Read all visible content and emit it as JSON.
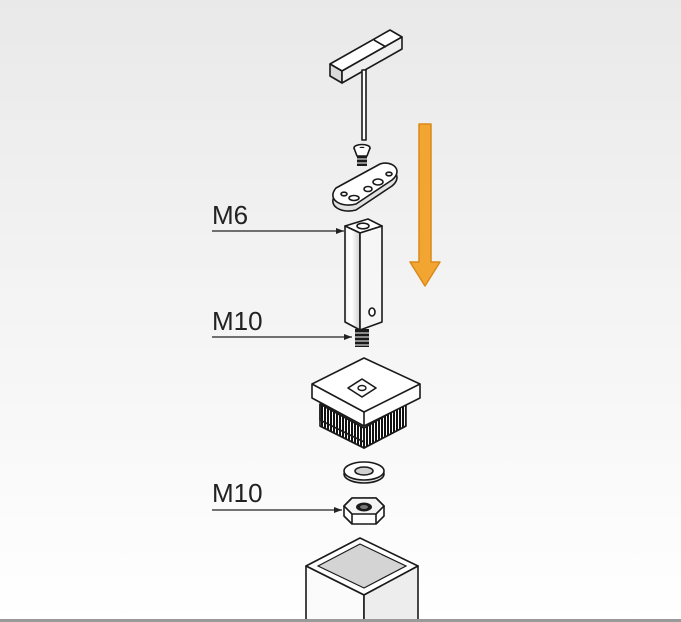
{
  "labels": {
    "top": "M6",
    "middle": "M10",
    "bottom": "M10"
  },
  "colors": {
    "arrow": "#f2a531",
    "arrow_stroke": "#d98a1a",
    "outline": "#1a1a1a",
    "bottom_bar": "#9a9a9a"
  },
  "icons": {
    "tool": "t-handle-hex-key-icon",
    "direction": "arrow-down-icon"
  }
}
